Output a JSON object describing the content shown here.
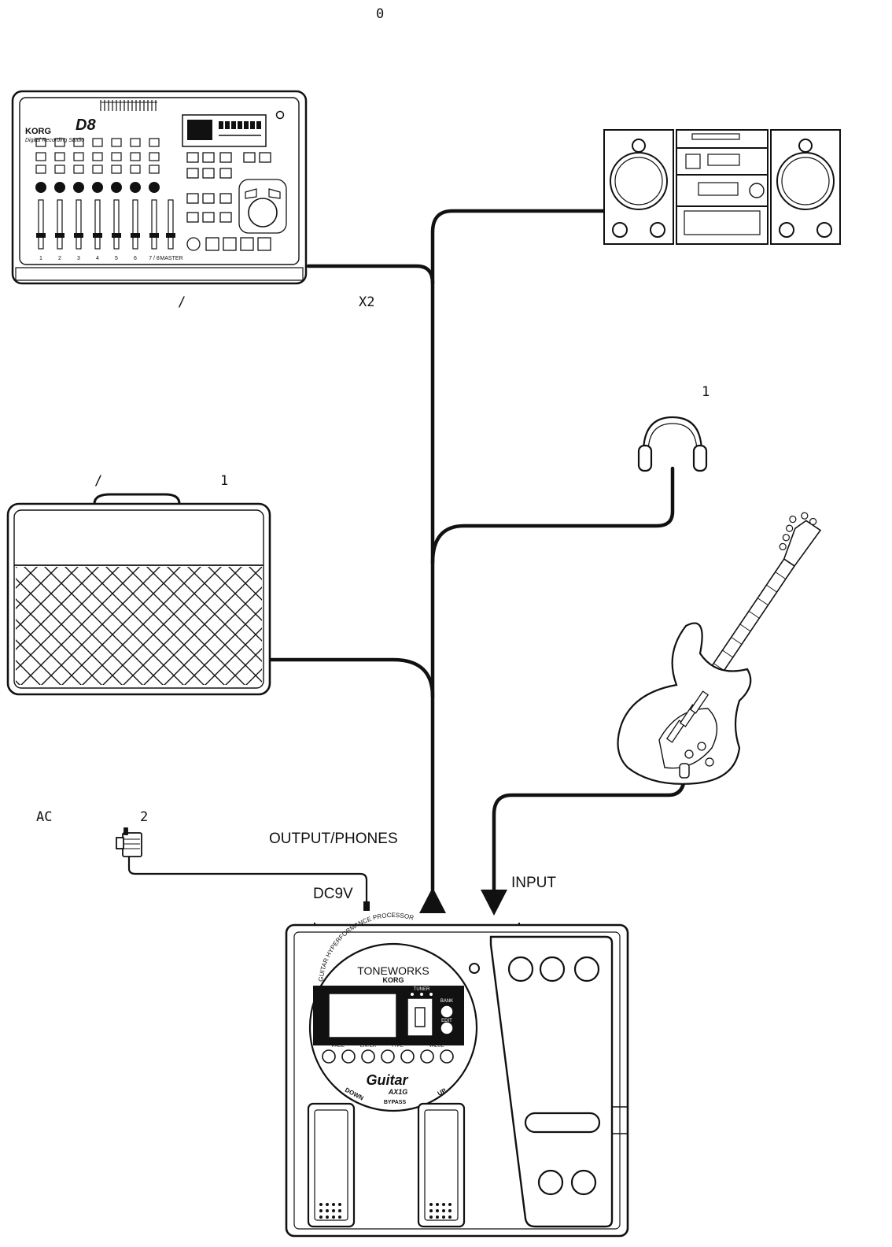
{
  "labels": {
    "top_zero": "0",
    "recorder_slash": "/",
    "x2": "X2",
    "headphones_one": "1",
    "amp_slash": "/",
    "amp_one": "1",
    "ac": "AC",
    "ac_two": "2",
    "output_phones": "OUTPUT/PHONES",
    "dc9v": "DC9V",
    "input": "INPUT"
  },
  "recorder": {
    "brand": "KORG",
    "model": "D8",
    "subtitle": "Digital Recording Studio",
    "channels": [
      "1",
      "2",
      "3",
      "4",
      "5",
      "6",
      "7 / 8"
    ],
    "master": "MASTER"
  },
  "processor": {
    "arc_text": "GUITAR HYPERFORMANCE PROCESSOR",
    "brand_line": "TONEWORKS",
    "brand": "KORG",
    "tuner": "TUNER",
    "bank": "BANK",
    "edit": "EDIT",
    "page": "PAGE",
    "enter": "ENTER",
    "type": "TYPE",
    "value": "VALUE",
    "model_script": "Guitar",
    "model": "AX1G",
    "down": "DOWN",
    "bypass": "BYPASS",
    "up": "UP"
  },
  "colors": {
    "line": "#111111",
    "background": "#ffffff"
  }
}
